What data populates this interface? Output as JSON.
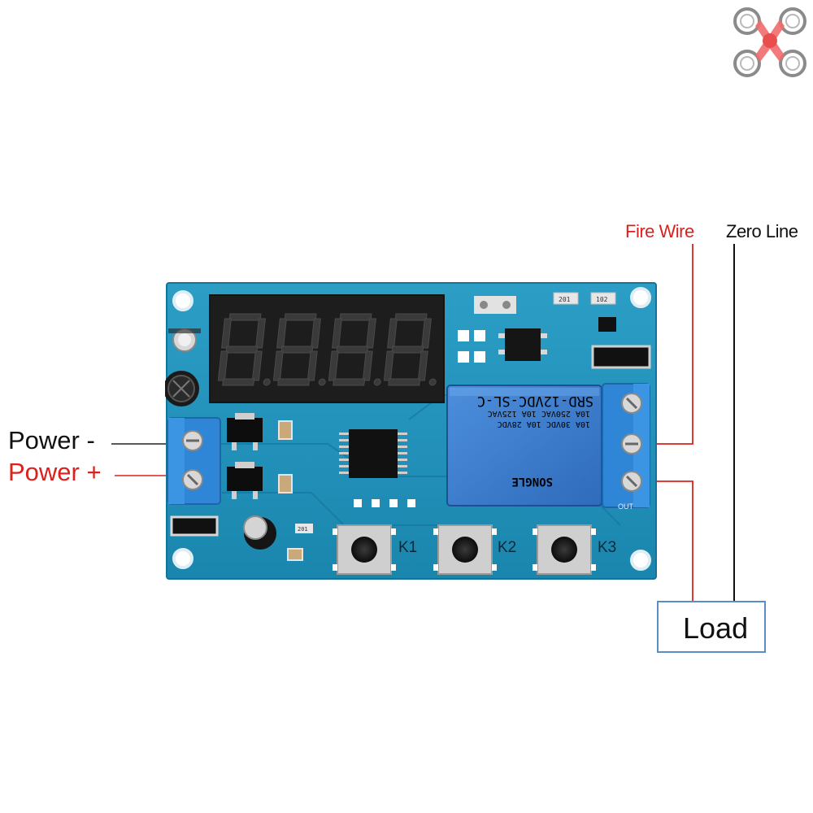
{
  "labels": {
    "power_minus": "Power -",
    "power_plus": "Power +",
    "fire_wire": "Fire Wire",
    "zero_line": "Zero Line",
    "load": "Load"
  },
  "board": {
    "keys": [
      "K1",
      "K2",
      "K3"
    ],
    "out_label": "OUT",
    "relay": {
      "model": "SRD-12VDC-SL-C",
      "rating_1": "10A 250VAC 10A 125VAC",
      "rating_2": "10A 30VDC 10A 28VDC",
      "brand": "SONGLE"
    },
    "smd_1": "201",
    "smd_2": "102",
    "smd_3": "201"
  },
  "colors": {
    "board": "#1f8fb8",
    "red_wire": "#d9221e",
    "black_wire": "#111111",
    "relay": "#3a78c9",
    "terminal": "#2f86d6",
    "display": "#1a1a1a"
  }
}
